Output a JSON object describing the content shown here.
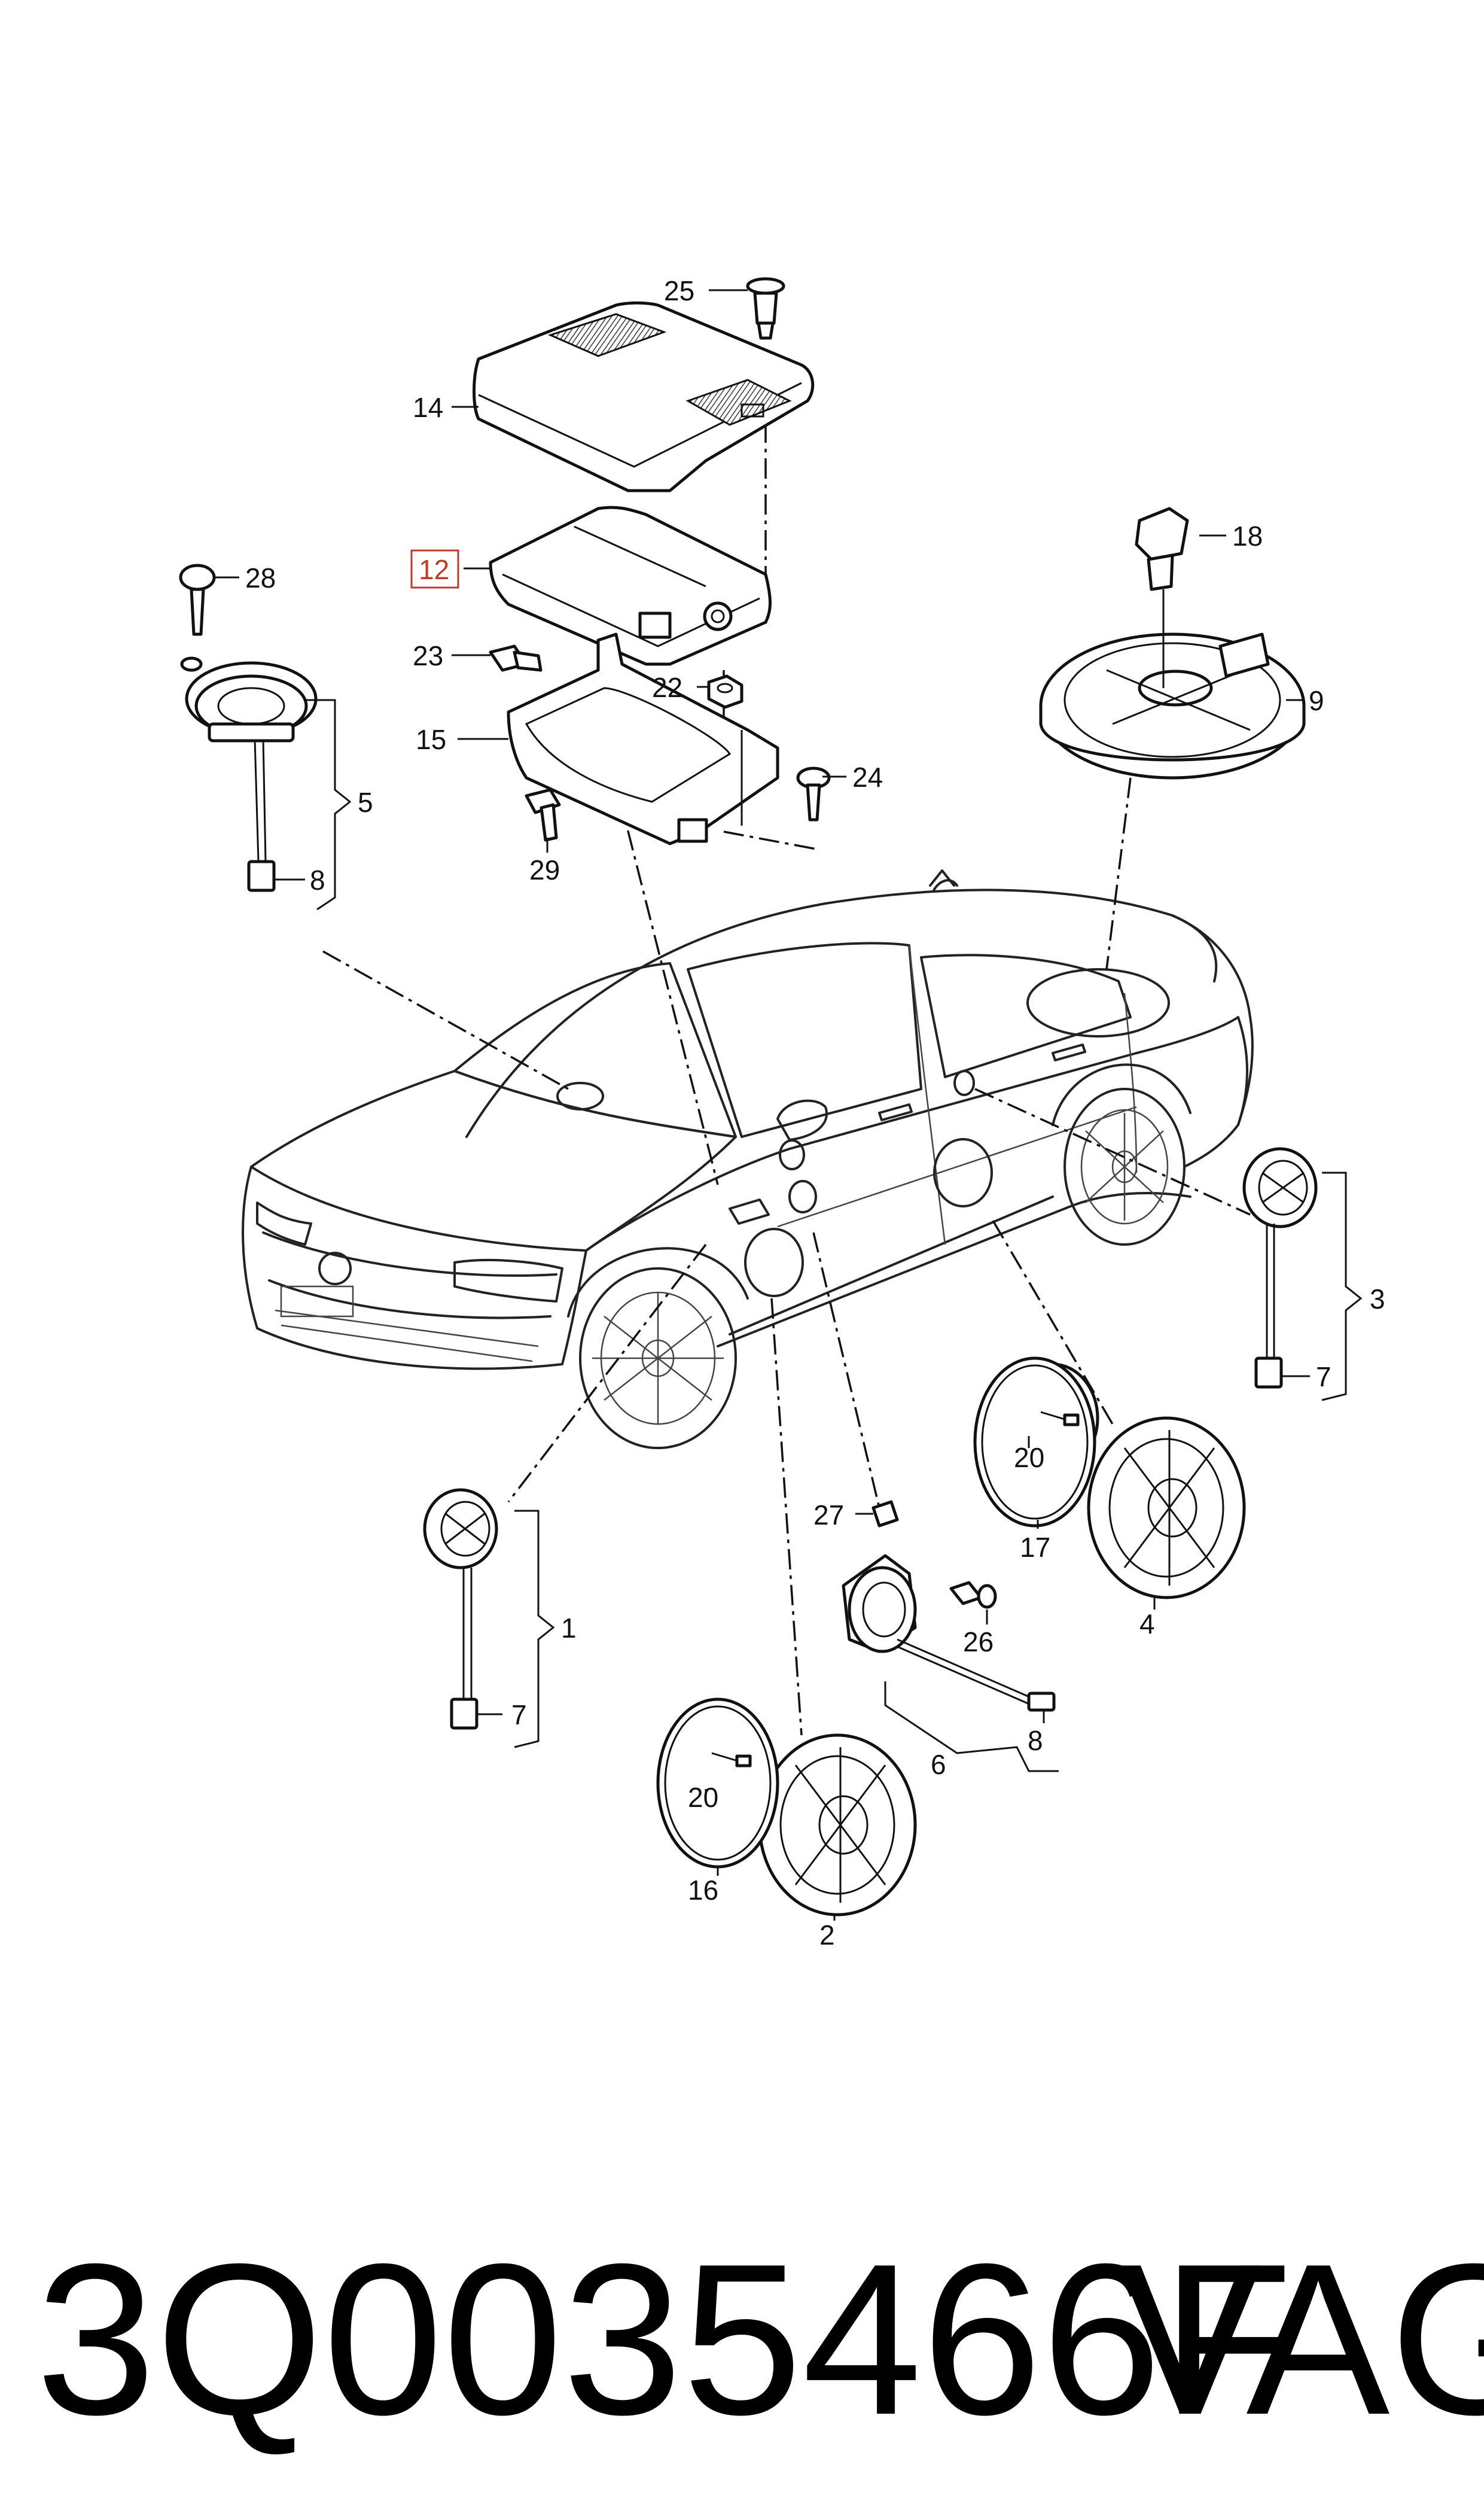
{
  "callouts": {
    "c1": "1",
    "c2": "2",
    "c3": "3",
    "c4": "4",
    "c5": "5",
    "c6": "6",
    "c7a": "7",
    "c7b": "7",
    "c8a": "8",
    "c8b": "8",
    "c9": "9",
    "c12": "12",
    "c14": "14",
    "c15": "15",
    "c16": "16",
    "c17": "17",
    "c18": "18",
    "c20a": "20",
    "c20b": "20",
    "c22": "22",
    "c23": "23",
    "c24": "24",
    "c25": "25",
    "c26": "26",
    "c27": "27",
    "c28": "28",
    "c29": "29"
  },
  "caption": {
    "part_number": "3Q0035466F",
    "brand": "VAG"
  },
  "colors": {
    "line": "#111111",
    "highlight": "#c0392b",
    "background": "#ffffff"
  }
}
